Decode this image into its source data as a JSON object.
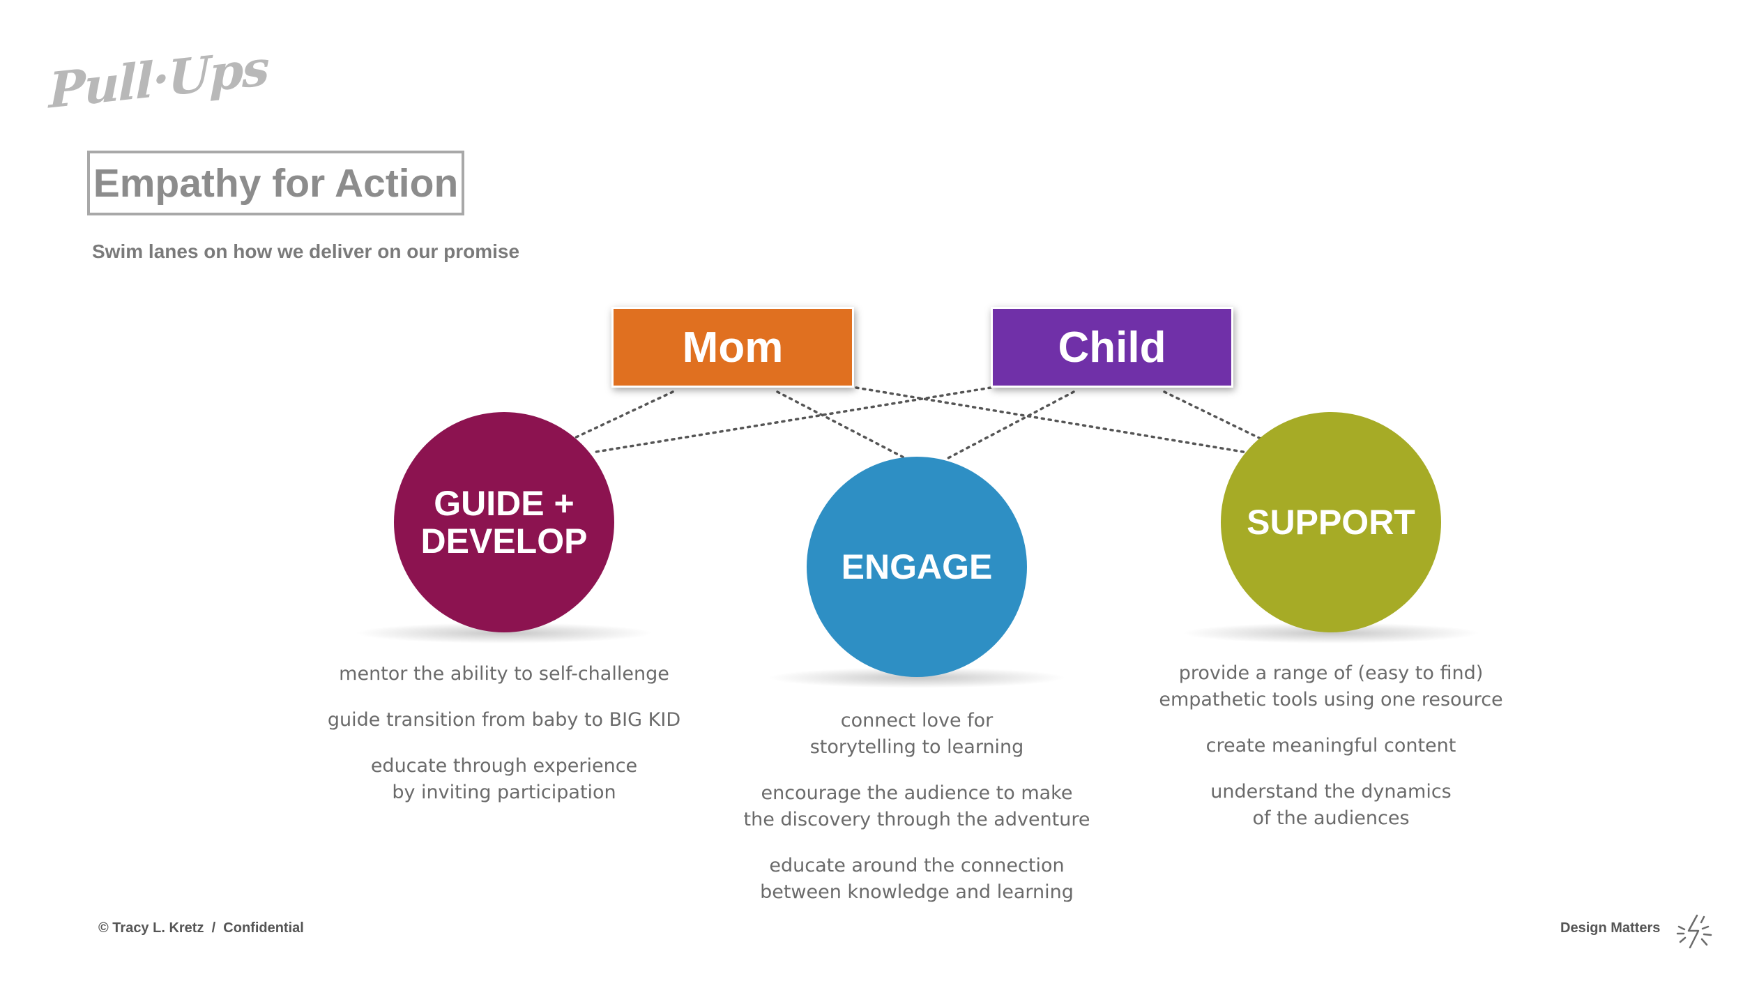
{
  "logo": "Pull·Ups",
  "title": "Empathy for Action",
  "subtitle": "Swim lanes on how we deliver on our promise",
  "audiences": [
    {
      "label": "Mom",
      "color": "#e07020"
    },
    {
      "label": "Child",
      "color": "#7030a8"
    }
  ],
  "lanes": [
    {
      "label_line1": "GUIDE +",
      "label_line2": "DEVELOP",
      "color": "#8c1350",
      "items": [
        "mentor the ability to self-challenge",
        "guide transition from baby to BIG KID",
        [
          "educate through experience",
          "by inviting participation"
        ]
      ]
    },
    {
      "label_line1": "ENGAGE",
      "color": "#2e8fc4",
      "items": [
        [
          "connect love for",
          "storytelling to learning"
        ],
        [
          "encourage the audience to make",
          "the discovery through the adventure"
        ],
        [
          "educate around the connection",
          "between knowledge and learning"
        ]
      ]
    },
    {
      "label_line1": "SUPPORT",
      "color": "#a6ab26",
      "items": [
        [
          "provide a range of (easy to find)",
          "empathetic tools using one resource"
        ],
        "create meaningful content",
        [
          "understand the dynamics",
          "of the audiences"
        ]
      ]
    }
  ],
  "footer": {
    "copyright": "© Tracy L. Kretz",
    "separator": "/",
    "confidential": "Confidential",
    "brand": "Design Matters"
  },
  "icons": {
    "brand_mark": "lightning-burst-icon"
  }
}
